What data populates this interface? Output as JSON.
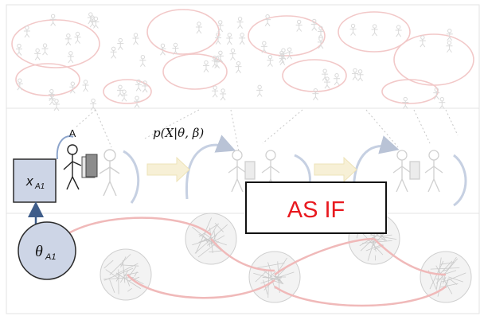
{
  "labels": {
    "agent_letter": "A",
    "state_var": "x",
    "state_sub": "A1",
    "param_var": "θ",
    "param_sub": "A1",
    "formula": "p(X|θ, β)"
  },
  "callout": {
    "text": "AS IF"
  },
  "colors": {
    "callout_text": "#e8191f",
    "state_box_fill": "#cdd5e6",
    "param_circle_fill": "#cdd5e6",
    "faded_red": "#f2c8c8",
    "faded_gray": "#d9d9d9",
    "arrow_fill": "#f7f0d6",
    "arrow_blue": "#3f5d8a"
  }
}
